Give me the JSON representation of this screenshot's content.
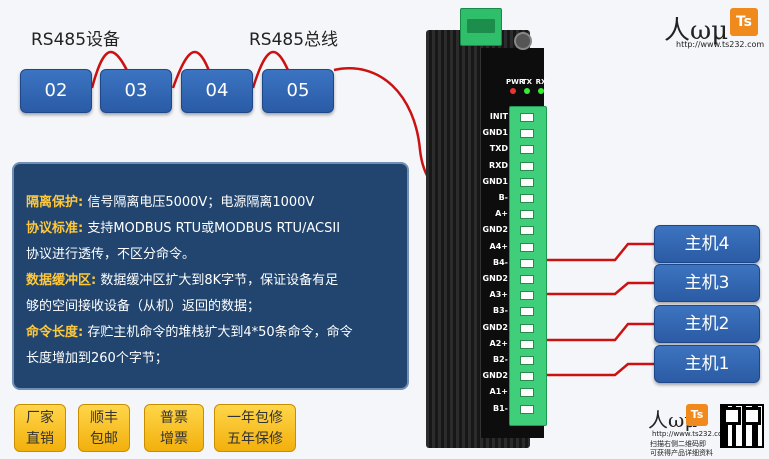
{
  "labels": {
    "rs485_device": "RS485设备",
    "rs485_bus": "RS485总线"
  },
  "devices": [
    "02",
    "03",
    "04",
    "05"
  ],
  "hosts": [
    "主机4",
    "主机3",
    "主机2",
    "主机1"
  ],
  "info": {
    "isolation_key": "隔离保护:",
    "isolation_text": "信号隔离电压5000V；电源隔离1000V",
    "protocol_key": "协议标准:",
    "protocol_text": "支持MODBUS  RTU或MODBUS RTU/ACSII",
    "protocol_text2": "协议进行透传，不区分命令。",
    "buffer_key": "数据缓冲区:",
    "buffer_text": "数据缓冲区扩大到8K字节，保证设备有足",
    "buffer_text2": "够的空间接收设备（从机）返回的数据；",
    "command_key": "命令长度:",
    "command_text": "存贮主机命令的堆栈扩大到4*50条命令，命令",
    "command_text2": "长度增加到260个字节；"
  },
  "badges": [
    {
      "line1": "厂家",
      "line2": "直销"
    },
    {
      "line1": "顺丰",
      "line2": "包邮"
    },
    {
      "line1": "普票",
      "line2": "增票"
    },
    {
      "line1": "一年包修",
      "line2": "五年保修"
    }
  ],
  "leds": [
    "PWR",
    "TX",
    "RX"
  ],
  "terminal_labels": [
    "INIT",
    "GND1",
    "TXD",
    "RXD",
    "GND1",
    "B-",
    "A+",
    "GND2",
    "A4+",
    "B4-",
    "GND2",
    "A3+",
    "B3-",
    "GND2",
    "A2+",
    "B2-",
    "GND2",
    "A1+",
    "B1-"
  ],
  "logo": {
    "url": "http://www.ts232.com",
    "ts": "Ts",
    "caption1": "扫描右侧二维码即",
    "caption2": "可获得产品详细资料"
  },
  "colors": {
    "box_blue": "#2f63b0",
    "panel_navy": "#21456f",
    "key_yellow": "#ffc83a",
    "badge_gold": "#f5b816",
    "wire_red": "#cc1111",
    "terminal_green": "#3fcf7a"
  }
}
